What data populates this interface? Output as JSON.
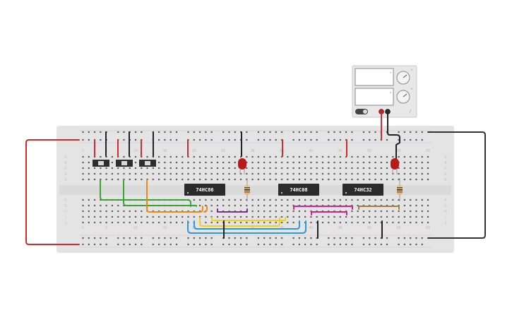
{
  "circuit": {
    "chips": [
      {
        "label": "74HC86"
      },
      {
        "label": "74HC08"
      },
      {
        "label": "74HC32"
      }
    ],
    "column_numbers_top": [
      "1",
      "5",
      "10",
      "15",
      "20",
      "25",
      "30",
      "35",
      "40",
      "45",
      "50",
      "55",
      "60"
    ],
    "column_numbers_bottom": [
      "1",
      "5",
      "10",
      "15",
      "20",
      "25",
      "30",
      "35",
      "40",
      "45",
      "50",
      "55",
      "60"
    ],
    "row_letters_top": [
      "A",
      "B",
      "C",
      "D",
      "E"
    ],
    "row_letters_bottom": [
      "F",
      "G",
      "H",
      "I",
      "J"
    ],
    "power_supply": {
      "display_label_1": "V",
      "display_label_2": "A",
      "knob_label_1": "V",
      "knob_label_2": "A"
    },
    "colors": {
      "breadboard": "#e4e4e4",
      "hole": "#5e5e5e",
      "chip": "#2b2b2b",
      "wire_red": "#d42a2a",
      "wire_black": "#222222",
      "wire_green": "#3aa33a",
      "wire_orange": "#f08a16",
      "wire_purple": "#7b2fa3",
      "wire_yellow": "#f2cf1e",
      "wire_blue": "#2e9bd6",
      "wire_magenta": "#d4208e",
      "wire_brown": "#a87a3b",
      "led": "#b81a1a"
    }
  }
}
